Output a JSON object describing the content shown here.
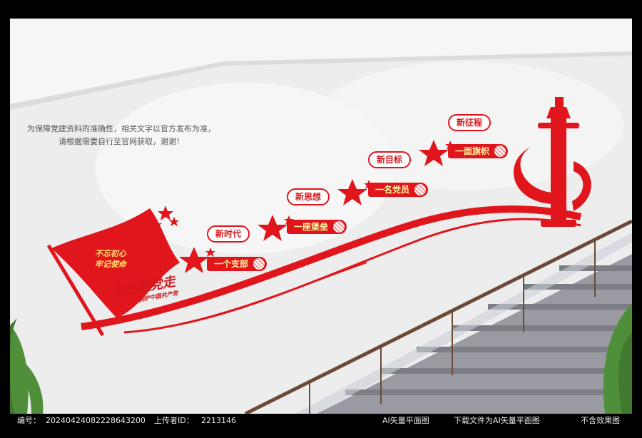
{
  "notice": {
    "line1": "为保障党建资料的准确性，相关文字以官方发布为准，",
    "line2": "请根据需要自行至官网获取，谢谢！"
  },
  "flag": {
    "line1": "不忘初心",
    "line2": "牢记使命"
  },
  "slogan": {
    "main": "永远跟党走",
    "sub": "拥护中国共产党"
  },
  "steps": [
    {
      "title": "新时代",
      "text": "一个支部"
    },
    {
      "title": "新思想",
      "text": "一座堡垒"
    },
    {
      "title": "新目标",
      "text": "一名党员"
    },
    {
      "title": "新征程",
      "text": "一面旗帜"
    }
  ],
  "footer": {
    "id_label": "编号：",
    "id_value": "20240424082228643200",
    "uploader_label": "上传者ID：",
    "uploader_value": "2213146",
    "left_brand": "AI矢量平面图",
    "download_note": "下载文件为AI矢量平面图",
    "no_effect": "不含效果图"
  },
  "colors": {
    "party_red": "#e0161c",
    "gold_text": "#ffe36a",
    "wall": "#ededed",
    "ceiling": "#f4f4f4"
  }
}
